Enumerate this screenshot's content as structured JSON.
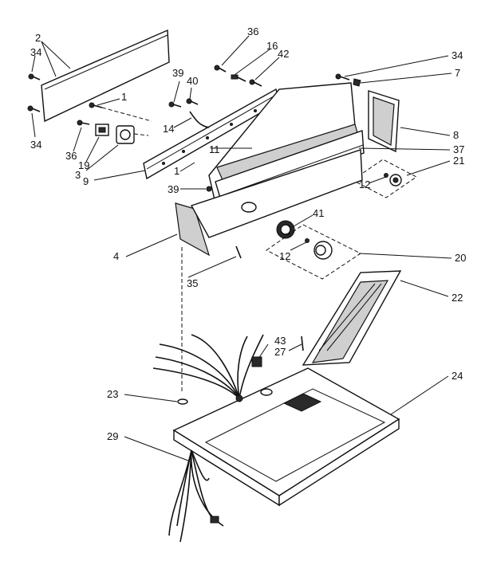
{
  "callouts": [
    {
      "id": "c2",
      "text": "2"
    },
    {
      "id": "c34a",
      "text": "34"
    },
    {
      "id": "c1a",
      "text": "1"
    },
    {
      "id": "c34b",
      "text": "34"
    },
    {
      "id": "c36a",
      "text": "36"
    },
    {
      "id": "c19",
      "text": "19"
    },
    {
      "id": "c3",
      "text": "3"
    },
    {
      "id": "c9",
      "text": "9"
    },
    {
      "id": "c39a",
      "text": "39"
    },
    {
      "id": "c40",
      "text": "40"
    },
    {
      "id": "c14",
      "text": "14"
    },
    {
      "id": "c11",
      "text": "11"
    },
    {
      "id": "c1b",
      "text": "1"
    },
    {
      "id": "c39b",
      "text": "39"
    },
    {
      "id": "c36b",
      "text": "36"
    },
    {
      "id": "c16",
      "text": "16"
    },
    {
      "id": "c42",
      "text": "42"
    },
    {
      "id": "c34c",
      "text": "34"
    },
    {
      "id": "c7",
      "text": "7"
    },
    {
      "id": "c8",
      "text": "8"
    },
    {
      "id": "c37",
      "text": "37"
    },
    {
      "id": "c21",
      "text": "21"
    },
    {
      "id": "c12a",
      "text": "12"
    },
    {
      "id": "c41",
      "text": "41"
    },
    {
      "id": "c12b",
      "text": "12"
    },
    {
      "id": "c20",
      "text": "20"
    },
    {
      "id": "c4",
      "text": "4"
    },
    {
      "id": "c35",
      "text": "35"
    },
    {
      "id": "c22",
      "text": "22"
    },
    {
      "id": "c43",
      "text": "43"
    },
    {
      "id": "c27",
      "text": "27"
    },
    {
      "id": "c23",
      "text": "23"
    },
    {
      "id": "c24",
      "text": "24"
    },
    {
      "id": "c29",
      "text": "29"
    }
  ],
  "colors": {
    "ink": "#111111",
    "background": "#ffffff",
    "shade": "#cfcfcf"
  }
}
